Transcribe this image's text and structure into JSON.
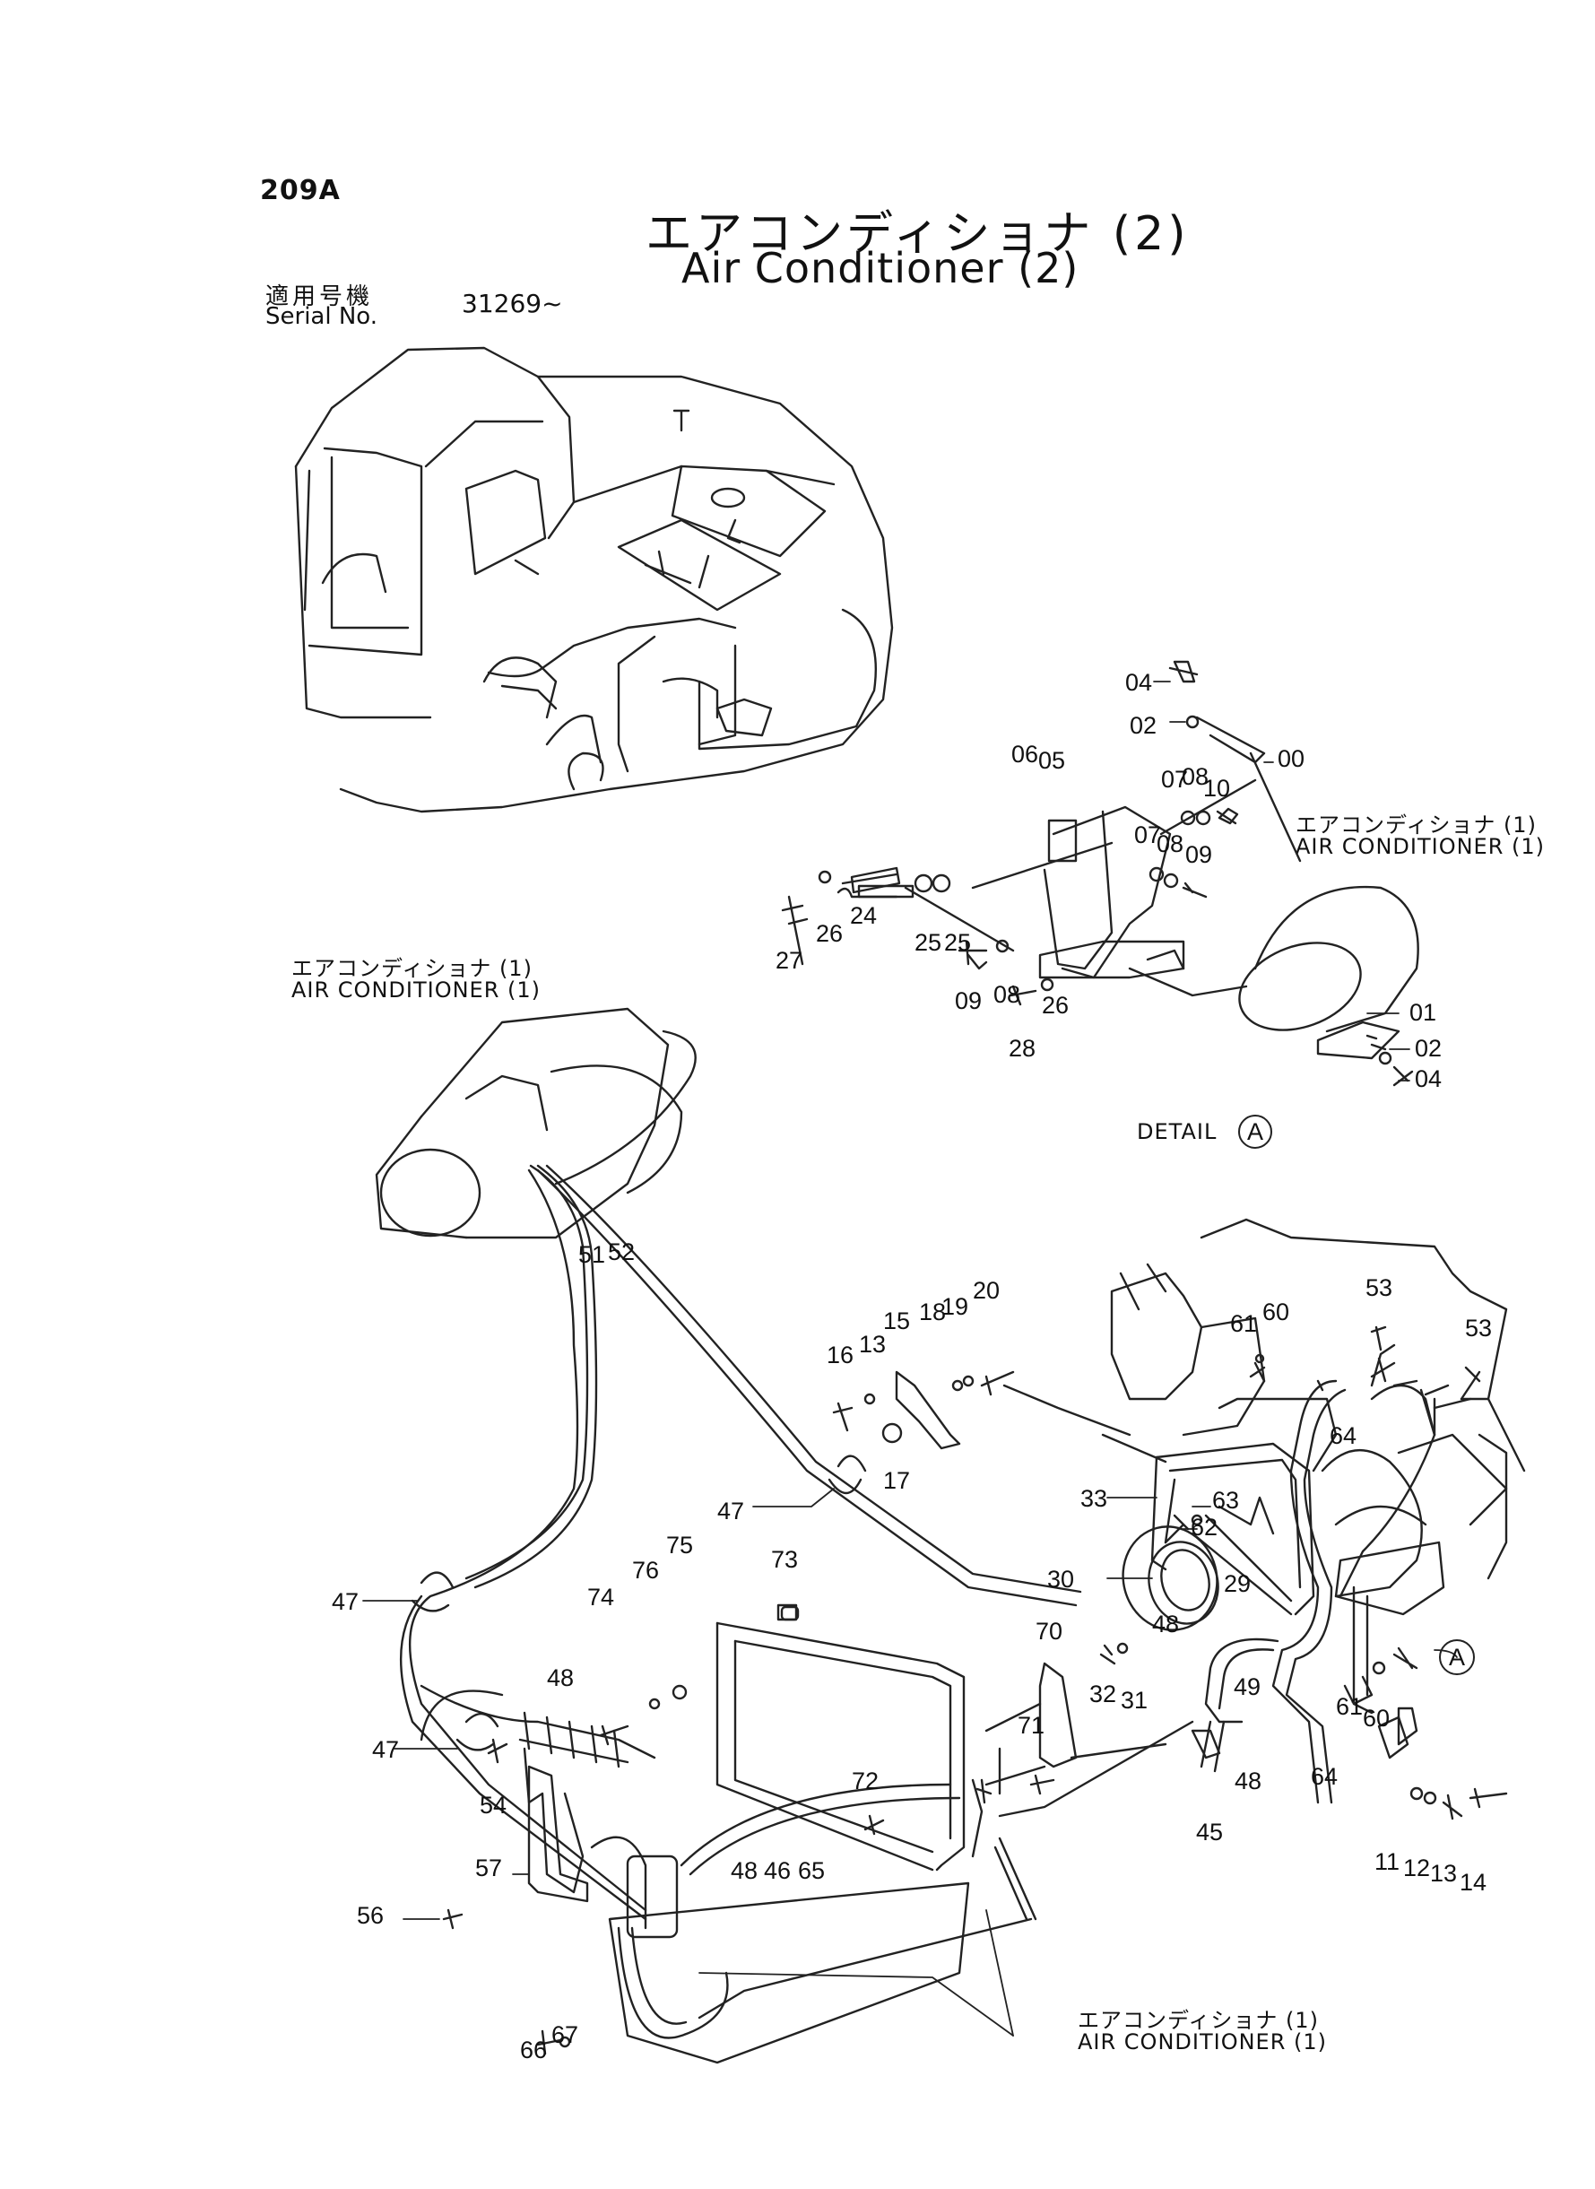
{
  "page_code": "209A",
  "title_jp": "エアコンディショナ (2)",
  "title_en": "Air Conditioner (2)",
  "serial_label_jp": "適用号機",
  "serial_label_en": "Serial No.",
  "serial_value": "31269~",
  "detail_label": "DETAIL",
  "detail_letter": "A",
  "callout_letter": "A",
  "references": [
    {
      "jp": "エアコンディショナ (1)",
      "en": "AIR CONDITIONER (1)"
    },
    {
      "jp": "エアコンディショナ (1)",
      "en": "AIR CONDITIONER (1)"
    },
    {
      "jp": "エアコンディショナ (1)",
      "en": "AIR CONDITIONER (1)"
    }
  ],
  "part_numbers": [
    "04",
    "02",
    "00",
    "06",
    "05",
    "07",
    "08",
    "10",
    "07",
    "08",
    "09",
    "27",
    "26",
    "24",
    "25",
    "25",
    "09",
    "08",
    "26",
    "28",
    "01",
    "02",
    "04",
    "51",
    "52",
    "16",
    "13",
    "15",
    "18",
    "19",
    "20",
    "17",
    "47",
    "53",
    "53",
    "61",
    "60",
    "64",
    "33",
    "63",
    "62",
    "30",
    "29",
    "48",
    "49",
    "32",
    "31",
    "70",
    "71",
    "73",
    "75",
    "76",
    "74",
    "48",
    "72",
    "47",
    "47",
    "54",
    "57",
    "56",
    "66",
    "67",
    "48",
    "46",
    "65",
    "45",
    "48",
    "64",
    "61",
    "60",
    "11",
    "12",
    "13",
    "14"
  ]
}
